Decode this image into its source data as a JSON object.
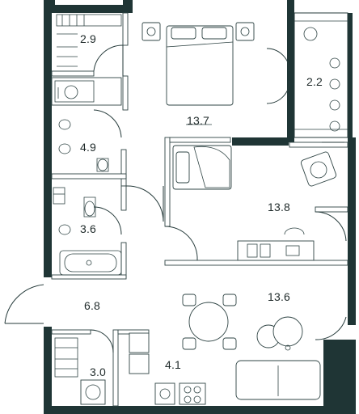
{
  "floor_plan": {
    "rooms": [
      {
        "id": "wardrobe",
        "area": "2.9"
      },
      {
        "id": "bedroom",
        "area": "13.7"
      },
      {
        "id": "balcony",
        "area": "2.2"
      },
      {
        "id": "bathroom",
        "area": "4.9"
      },
      {
        "id": "children-room",
        "area": "13.8"
      },
      {
        "id": "toilet",
        "area": "3.6"
      },
      {
        "id": "hallway",
        "area": "6.8"
      },
      {
        "id": "living-room",
        "area": "13.6"
      },
      {
        "id": "laundry",
        "area": "3.0"
      },
      {
        "id": "kitchen",
        "area": "4.1"
      }
    ],
    "colors": {
      "wall": "#1f3535",
      "line": "#253a3a",
      "background": "#ffffff"
    }
  }
}
